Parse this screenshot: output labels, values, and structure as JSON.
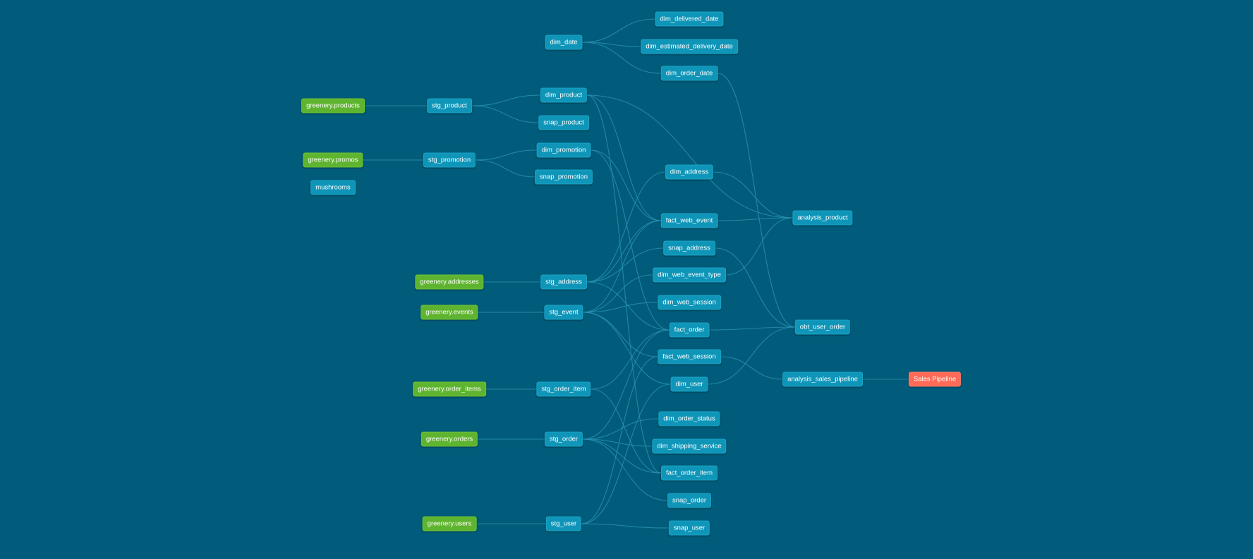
{
  "colors": {
    "background": "#005c7a",
    "model": "#0f95b8",
    "source": "#5fb42f",
    "exposure": "#ff6b57",
    "edge": "#2d95b5"
  },
  "nodes": [
    {
      "id": "greenery_products",
      "label": "greenery.products",
      "kind": "source"
    },
    {
      "id": "greenery_promos",
      "label": "greenery.promos",
      "kind": "source"
    },
    {
      "id": "mushrooms",
      "label": "mushrooms",
      "kind": "model"
    },
    {
      "id": "greenery_addresses",
      "label": "greenery.addresses",
      "kind": "source"
    },
    {
      "id": "greenery_events",
      "label": "greenery.events",
      "kind": "source"
    },
    {
      "id": "greenery_order_items",
      "label": "greenery.order_items",
      "kind": "source"
    },
    {
      "id": "greenery_orders",
      "label": "greenery.orders",
      "kind": "source"
    },
    {
      "id": "greenery_users",
      "label": "greenery.users",
      "kind": "source"
    },
    {
      "id": "stg_product",
      "label": "stg_product",
      "kind": "model"
    },
    {
      "id": "stg_promotion",
      "label": "stg_promotion",
      "kind": "model"
    },
    {
      "id": "stg_address",
      "label": "stg_address",
      "kind": "model"
    },
    {
      "id": "stg_event",
      "label": "stg_event",
      "kind": "model"
    },
    {
      "id": "stg_order_item",
      "label": "stg_order_item",
      "kind": "model"
    },
    {
      "id": "stg_order",
      "label": "stg_order",
      "kind": "model"
    },
    {
      "id": "stg_user",
      "label": "stg_user",
      "kind": "model"
    },
    {
      "id": "dim_date",
      "label": "dim_date",
      "kind": "model"
    },
    {
      "id": "dim_product",
      "label": "dim_product",
      "kind": "model"
    },
    {
      "id": "snap_product",
      "label": "snap_product",
      "kind": "model"
    },
    {
      "id": "dim_promotion",
      "label": "dim_promotion",
      "kind": "model"
    },
    {
      "id": "snap_promotion",
      "label": "snap_promotion",
      "kind": "model"
    },
    {
      "id": "dim_delivered_date",
      "label": "dim_delivered_date",
      "kind": "model"
    },
    {
      "id": "dim_estimated_delivery_date",
      "label": "dim_estimated_delivery_date",
      "kind": "model"
    },
    {
      "id": "dim_order_date",
      "label": "dim_order_date",
      "kind": "model"
    },
    {
      "id": "dim_address",
      "label": "dim_address",
      "kind": "model"
    },
    {
      "id": "fact_web_event",
      "label": "fact_web_event",
      "kind": "model"
    },
    {
      "id": "snap_address",
      "label": "snap_address",
      "kind": "model"
    },
    {
      "id": "dim_web_event_type",
      "label": "dim_web_event_type",
      "kind": "model"
    },
    {
      "id": "dim_web_session",
      "label": "dim_web_session",
      "kind": "model"
    },
    {
      "id": "fact_order",
      "label": "fact_order",
      "kind": "model"
    },
    {
      "id": "fact_web_session",
      "label": "fact_web_session",
      "kind": "model"
    },
    {
      "id": "dim_user",
      "label": "dim_user",
      "kind": "model"
    },
    {
      "id": "dim_order_status",
      "label": "dim_order_status",
      "kind": "model"
    },
    {
      "id": "dim_shipping_service",
      "label": "dim_shipping_service",
      "kind": "model"
    },
    {
      "id": "fact_order_item",
      "label": "fact_order_item",
      "kind": "model"
    },
    {
      "id": "snap_order",
      "label": "snap_order",
      "kind": "model"
    },
    {
      "id": "snap_user",
      "label": "snap_user",
      "kind": "model"
    },
    {
      "id": "analysis_product",
      "label": "analysis_product",
      "kind": "model"
    },
    {
      "id": "obt_user_order",
      "label": "obt_user_order",
      "kind": "model"
    },
    {
      "id": "analysis_sales_pipeline",
      "label": "analysis_sales_pipeline",
      "kind": "model"
    },
    {
      "id": "sales_pipeline",
      "label": "Sales Pipeline",
      "kind": "exposure"
    }
  ],
  "edges": [
    [
      "greenery_products",
      "stg_product"
    ],
    [
      "greenery_promos",
      "stg_promotion"
    ],
    [
      "greenery_addresses",
      "stg_address"
    ],
    [
      "greenery_events",
      "stg_event"
    ],
    [
      "greenery_order_items",
      "stg_order_item"
    ],
    [
      "greenery_orders",
      "stg_order"
    ],
    [
      "greenery_users",
      "stg_user"
    ],
    [
      "stg_product",
      "dim_product"
    ],
    [
      "stg_product",
      "snap_product"
    ],
    [
      "stg_promotion",
      "dim_promotion"
    ],
    [
      "stg_promotion",
      "snap_promotion"
    ],
    [
      "dim_date",
      "dim_delivered_date"
    ],
    [
      "dim_date",
      "dim_estimated_delivery_date"
    ],
    [
      "dim_date",
      "dim_order_date"
    ],
    [
      "stg_address",
      "dim_address"
    ],
    [
      "stg_address",
      "snap_address"
    ],
    [
      "stg_address",
      "fact_web_event"
    ],
    [
      "stg_address",
      "fact_order"
    ],
    [
      "stg_event",
      "fact_web_event"
    ],
    [
      "stg_event",
      "dim_web_event_type"
    ],
    [
      "stg_event",
      "dim_web_session"
    ],
    [
      "stg_event",
      "fact_web_session"
    ],
    [
      "stg_event",
      "dim_user"
    ],
    [
      "stg_order_item",
      "fact_order"
    ],
    [
      "stg_order_item",
      "fact_order_item"
    ],
    [
      "stg_order",
      "fact_order"
    ],
    [
      "stg_order",
      "dim_order_status"
    ],
    [
      "stg_order",
      "dim_shipping_service"
    ],
    [
      "stg_order",
      "fact_order_item"
    ],
    [
      "stg_order",
      "snap_order"
    ],
    [
      "stg_user",
      "dim_user"
    ],
    [
      "stg_user",
      "snap_user"
    ],
    [
      "stg_user",
      "fact_web_session"
    ],
    [
      "dim_product",
      "fact_web_event"
    ],
    [
      "dim_product",
      "analysis_product"
    ],
    [
      "dim_product",
      "fact_order_item"
    ],
    [
      "dim_promotion",
      "fact_web_event"
    ],
    [
      "dim_promotion",
      "fact_order"
    ],
    [
      "dim_address",
      "analysis_product"
    ],
    [
      "fact_web_event",
      "analysis_product"
    ],
    [
      "dim_web_event_type",
      "analysis_product"
    ],
    [
      "dim_order_date",
      "obt_user_order"
    ],
    [
      "snap_address",
      "obt_user_order"
    ],
    [
      "fact_order",
      "obt_user_order"
    ],
    [
      "dim_user",
      "obt_user_order"
    ],
    [
      "fact_web_session",
      "analysis_sales_pipeline"
    ],
    [
      "analysis_sales_pipeline",
      "sales_pipeline"
    ]
  ]
}
